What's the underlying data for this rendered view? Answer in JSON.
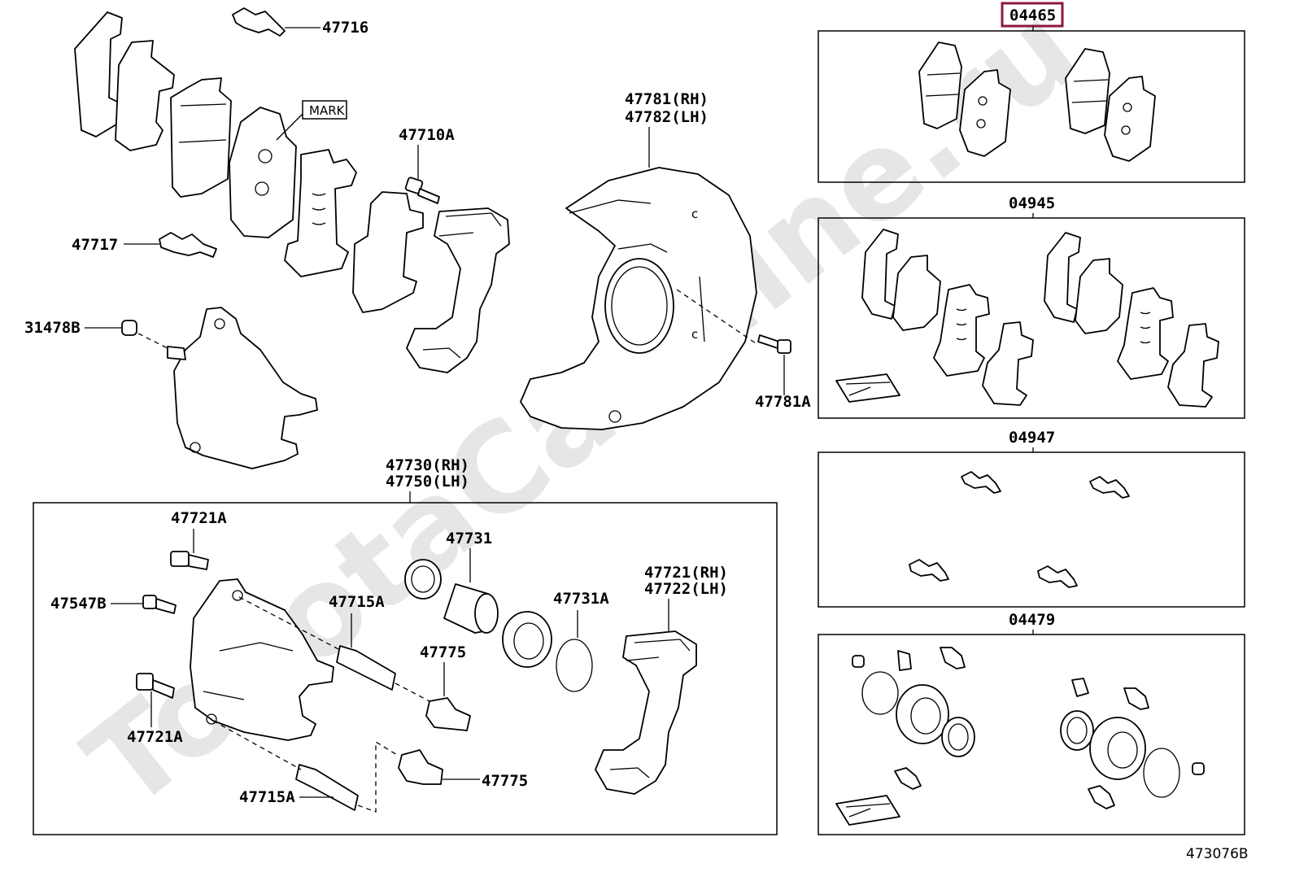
{
  "watermark": "ToyotaCarMine.ru",
  "figure_id": "473076B",
  "callouts": {
    "p47716": "47716",
    "p47717": "47717",
    "mark": "MARK",
    "p47710A": "47710A",
    "p47781_rh": "47781(RH)",
    "p47782_lh": "47782(LH)",
    "p31478B": "31478B",
    "p47781A": "47781A",
    "p47730_rh": "47730(RH)",
    "p47750_lh": "47750(LH)",
    "p47721A_top": "47721A",
    "p47547B": "47547B",
    "p47715A_top": "47715A",
    "p47721A_bottom": "47721A",
    "p47715A_bottom": "47715A",
    "p47731": "47731",
    "p47731A": "47731A",
    "p47775_top": "47775",
    "p47775_bottom": "47775",
    "p47721_rh": "47721(RH)",
    "p47722_lh": "47722(LH)"
  },
  "kits": {
    "k04465": "04465",
    "k04945": "04945",
    "k04947": "04947",
    "k04479": "04479"
  },
  "colors": {
    "highlight": "#8b1a3a",
    "watermark": "#e6e6e6"
  }
}
